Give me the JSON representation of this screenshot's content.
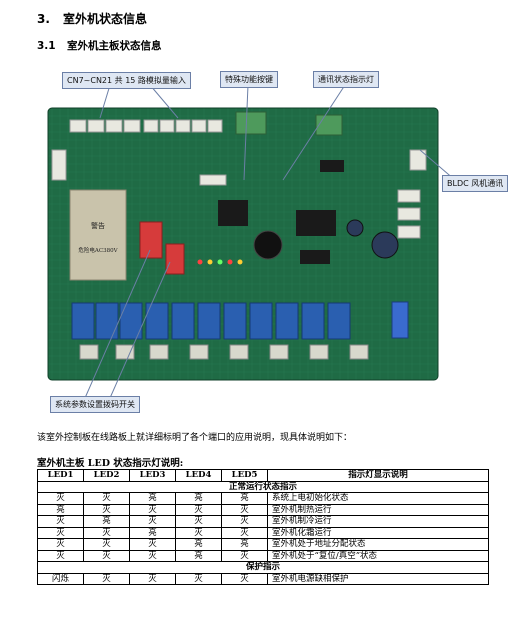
{
  "heading": {
    "number": "3.",
    "title": "室外机状态信息"
  },
  "subheading": {
    "number": "3.1",
    "title": "室外机主板状态信息"
  },
  "callouts": {
    "analog_input": "CN7~CN21 共 15 路模拟量输入",
    "special_button": "特殊功能按键",
    "comm_led": "通讯状态指示灯",
    "bldc_fan": "BLDC 风机通讯",
    "dip_switch": "系统参数设置拨码开关"
  },
  "board_labels": {
    "relay_text": "警告",
    "relay_sub": "危险电AC380V"
  },
  "intro": "该室外控制板在线路板上就详细标明了各个端口的应用说明，现具体说明如下：",
  "table_caption": "室外机主板 LED 状态指示灯说明:",
  "table": {
    "headers": [
      "LED1",
      "LED2",
      "LED3",
      "LED4",
      "LED5",
      "指示灯显示说明"
    ],
    "sections": [
      {
        "title": "正常运行状态指示",
        "rows": [
          [
            "灭",
            "灭",
            "亮",
            "亮",
            "亮",
            "系统上电初始化状态"
          ],
          [
            "亮",
            "灭",
            "灭",
            "灭",
            "灭",
            "室外机制热运行"
          ],
          [
            "灭",
            "亮",
            "灭",
            "灭",
            "灭",
            "室外机制冷运行"
          ],
          [
            "灭",
            "灭",
            "亮",
            "灭",
            "灭",
            "室外机化霜运行"
          ],
          [
            "灭",
            "灭",
            "灭",
            "亮",
            "亮",
            "室外机处于地址分配状态"
          ],
          [
            "灭",
            "灭",
            "灭",
            "亮",
            "灭",
            "室外机处于“复位/真空”状态"
          ]
        ]
      },
      {
        "title": "保护指示",
        "rows": [
          [
            "闪烁",
            "灭",
            "灭",
            "灭",
            "灭",
            "室外机电源缺相保护"
          ]
        ]
      }
    ]
  },
  "colors": {
    "pcb": "#1f6b45",
    "callout_bg": "#dfe7f3",
    "relay_blue": "#2a5fb0",
    "terminal_green": "#4e9a5c"
  }
}
